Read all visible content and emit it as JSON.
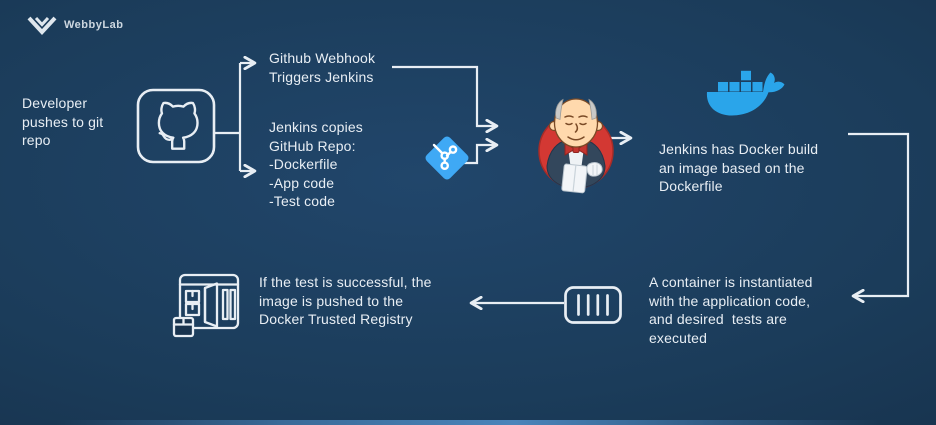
{
  "logo": {
    "brand": "WebbyLab"
  },
  "steps": {
    "developer": {
      "label": "Developer\npushes to git\nrepo"
    },
    "webhook": {
      "label": "Github Webhook\nTriggers Jenkins"
    },
    "copies": {
      "label": "Jenkins copies\nGitHub Repo:\n-Dockerfile\n-App code\n-Test code"
    },
    "build": {
      "label": "Jenkins has Docker build\nan image based on the\nDockerfile"
    },
    "container": {
      "label": "A container is instantiated\nwith the application code,\nand desired  tests are\nexecuted"
    },
    "registry": {
      "label": "If the test is successful, the\nimage is pushed to the\nDocker Trusted Registry"
    }
  },
  "icons": {
    "logo": "webbylab-chevron-icon",
    "github": "github-octocat-icon",
    "git": "git-branch-icon",
    "jenkins": "jenkins-butler-icon",
    "docker": "docker-whale-icon",
    "container": "container-icon",
    "registry": "docker-registry-icon"
  },
  "colors": {
    "text": "#e8eef4",
    "line": "#e8eef4",
    "git_blue": "#3fa9f5",
    "docker_blue": "#2aa5ea",
    "jenkins_red": "#d33833",
    "bg_center": "#21466b",
    "bg_edge": "#112539",
    "accent_bar": "#4a84ba"
  }
}
